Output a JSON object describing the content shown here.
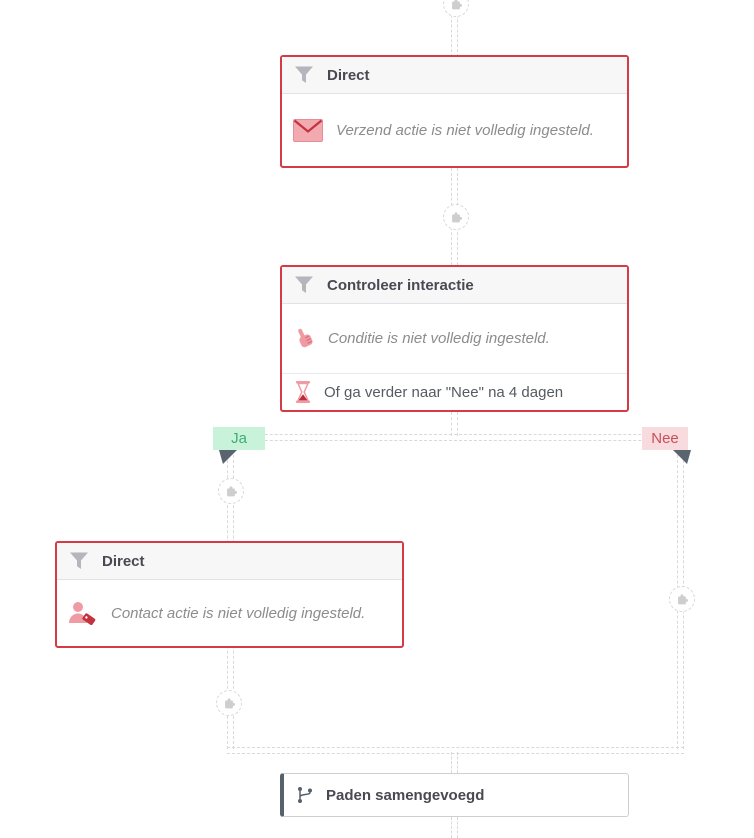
{
  "flow": {
    "nodes": {
      "send": {
        "title": "Direct",
        "warning": "Verzend actie is niet volledig ingesteld."
      },
      "interaction": {
        "title": "Controleer interactie",
        "warning": "Conditie is niet volledig ingesteld.",
        "timeout_rule": "Of ga verder naar \"Nee\" na 4 dagen"
      },
      "contact": {
        "title": "Direct",
        "warning": "Contact actie is niet volledig ingesteld."
      },
      "merge": {
        "title": "Paden samengevoegd"
      }
    },
    "branch_labels": {
      "yes": "Ja",
      "no": "Nee"
    },
    "icons": {
      "node_header": "filter-icon",
      "send_row": "mail-icon",
      "condition_row": "click-hand-icon",
      "timeout_row": "hourglass-icon",
      "contact_row": "contact-tag-icon",
      "merge_row": "merge-paths-icon",
      "connector_button": "puzzle-icon"
    },
    "colors": {
      "error_border": "#d53a45",
      "icon_pink": "#ef9ba3",
      "icon_dark_red": "#c4323f",
      "yes_bg": "#c8f2da",
      "yes_text": "#3fae74",
      "no_bg": "#f8dbdf",
      "no_text": "#ca4f59",
      "connector_dash": "#d9d9d9",
      "merge_accent": "#57616c",
      "header_bg": "#f7f7f8",
      "title_text": "#494952",
      "warning_text": "#8c8c8c"
    }
  }
}
